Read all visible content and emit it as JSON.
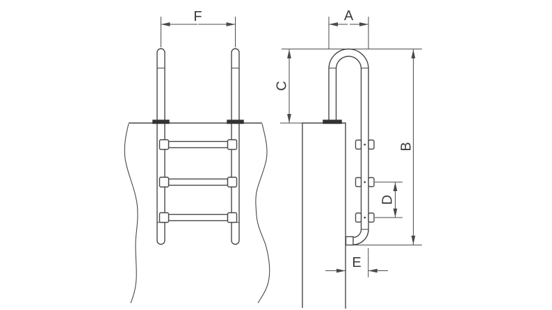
{
  "drawing": {
    "background": "#ffffff",
    "line_color": "#474747",
    "label_color": "#3a3a3a",
    "views": {
      "front": {
        "rung_count": 3,
        "dimension_labels": [
          "F"
        ]
      },
      "side": {
        "rung_count": 3,
        "dimension_labels": [
          "A",
          "B",
          "C",
          "D",
          "E"
        ]
      }
    },
    "labels": {
      "F": "F",
      "A": "A",
      "B": "B",
      "C": "C",
      "D": "D",
      "E": "E"
    }
  }
}
